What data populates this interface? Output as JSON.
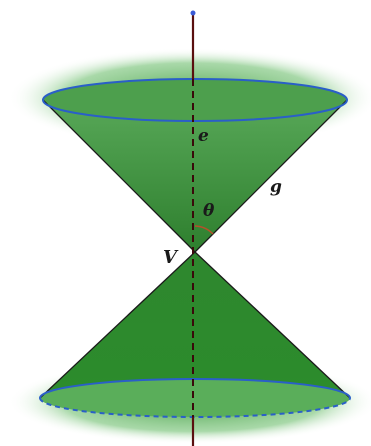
{
  "labels": {
    "vertex": "V",
    "axis": "e",
    "generatrix": "g",
    "angle": "θ"
  },
  "colors": {
    "cone_fill": "#2f8a2f",
    "cone_edge": "#1a1a1a",
    "rim": "#2a5fc8",
    "axis": "#5a0f0f",
    "angle_arc": "#b5502a",
    "halo": "#7fc77f"
  },
  "icons": [
    "vertex-point",
    "axis-line",
    "angle-arc"
  ]
}
